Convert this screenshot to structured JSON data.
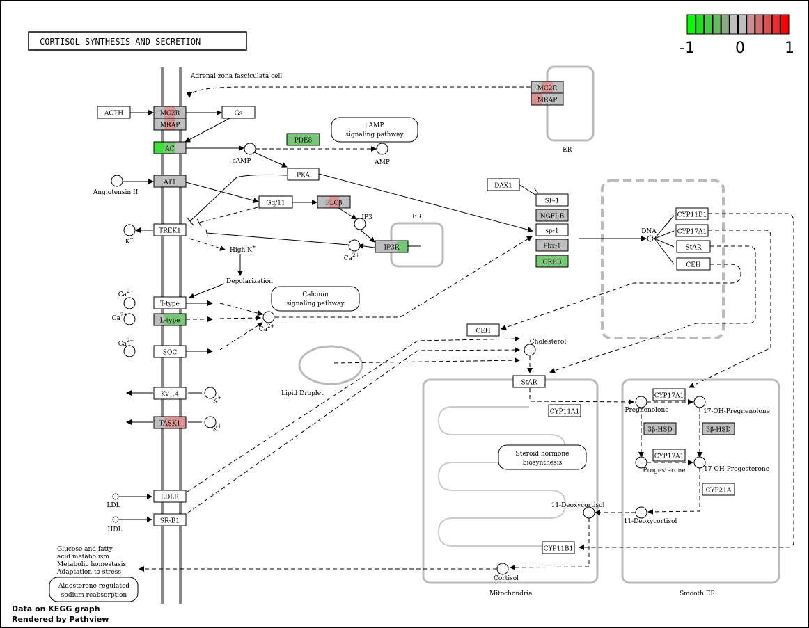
{
  "title": "CORTISOL SYNTHESIS AND SECRETION",
  "legend": {
    "labels": [
      "-1",
      "0",
      "1"
    ],
    "colors": [
      "#00ff00",
      "#22dd22",
      "#44cc44",
      "#66bb66",
      "#88aa88",
      "#bebebe",
      "#bebebe",
      "#c89090",
      "#d07070",
      "#d85050",
      "#e83030",
      "#ff0000"
    ]
  },
  "footer": [
    "Data on KEGG graph",
    "Rendered by Pathview"
  ],
  "compartments": {
    "cell": "Adrenal zona fasciculata cell",
    "er_top": "ER",
    "er_mid": "ER",
    "mito": "Mitochondria",
    "smooth_er": "Smooth ER",
    "lipid": "Lipid Droplet"
  },
  "genes": {
    "mc2r": "MC2R",
    "mrap": "MRAP",
    "ac": "AC",
    "at1": "AT1",
    "trek1": "TREK1",
    "ttype": "T-type",
    "ltype": "L-type",
    "soc": "SOC",
    "kv14": "Kv1.4",
    "task1": "TASK1",
    "ldlr": "LDLR",
    "srb1": "SR-B1",
    "acth": "ACTH",
    "gs": "Gs",
    "pde8": "PDE8",
    "pka": "PKA",
    "gq11": "Gq/11",
    "plcb": "PLCβ",
    "ip3r": "IP3R",
    "mc2r_er": "MC2R",
    "mrap_er": "MRAP",
    "dax1": "DAX1",
    "sf1": "SF-1",
    "ngfib": "NGFI-B",
    "sp1": "sp-1",
    "pbx1": "Pbx-1",
    "creb": "CREB",
    "cyp11b1_n": "CYP11B1",
    "cyp17a1_n": "CYP17A1",
    "star_n": "StAR",
    "ceh_n": "CEH",
    "ceh": "CEH",
    "star": "StAR",
    "cyp11a1": "CYP11A1",
    "cyp17a1_a": "CYP17A1",
    "hsd_a": "3β-HSD",
    "hsd_b": "3β-HSD",
    "cyp17a1_b": "CYP17A1",
    "cyp21a": "CYP21A",
    "cyp11b1": "CYP11B1"
  },
  "compounds": {
    "camp": "cAMP",
    "amp": "AMP",
    "angII": "Angiotensin II",
    "k": "K",
    "ip3": "IP3",
    "highk": "High K",
    "depol": "Depolarization",
    "ca": "Ca",
    "dna": "DNA",
    "cholesterol": "Cholesterol",
    "pregnenolone": "Pregnenolone",
    "oh_preg": "17-OH-Pregnenolone",
    "progesterone": "Progesterone",
    "oh_prog": "17-OH-Progesterone",
    "deoxy_r": "11-Deoxycortisol",
    "deoxy_m": "11-Deoxycortisol",
    "cortisol": "Cortisol",
    "ldl": "LDL",
    "hdl": "HDL"
  },
  "pathways": {
    "camp_path": [
      "cAMP",
      "signaling pathway"
    ],
    "ca_path": [
      "Calcium",
      "signaling pathway"
    ],
    "steroid": [
      "Steroid hormone",
      "biosynthesis"
    ],
    "aldo": [
      "Aldosterone-regulated",
      "sodium reabsorption"
    ]
  },
  "outputs": [
    "Glucose and fatty",
    "acid metabolism",
    "Metabolic homestasis",
    "Adaptation to stress"
  ]
}
